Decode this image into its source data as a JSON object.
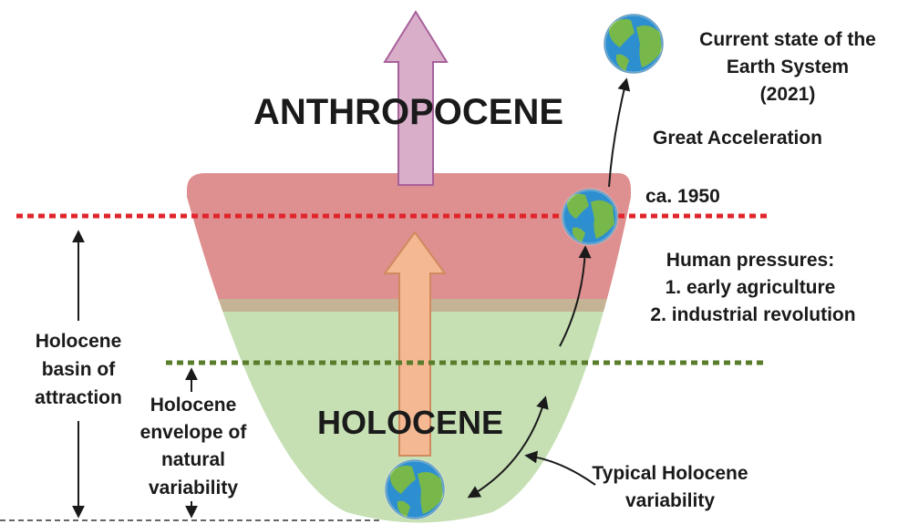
{
  "titles": {
    "anthropocene": "ANTHROPOCENE",
    "holocene": "HOLOCENE"
  },
  "labels": {
    "current_state": [
      "Current state of the",
      "Earth System",
      "(2021)"
    ],
    "great_acceleration": "Great Acceleration",
    "ca_1950": "ca. 1950",
    "human_pressures": [
      "Human pressures:",
      "1. early agriculture",
      "2. industrial revolution"
    ],
    "basin_of_attraction": [
      "Holocene",
      "basin of",
      "attraction"
    ],
    "envelope": [
      "Holocene",
      "envelope of",
      "natural",
      "variability"
    ],
    "typical_variability": [
      "Typical Holocene",
      "variability"
    ]
  },
  "colors": {
    "anthropocene_zone": "#de8f8f",
    "transition_band": "#c4b394",
    "holocene_zone": "#c6e0b4",
    "anthropocene_arrow": "#d9aec9",
    "anthropocene_arrow_stroke": "#a7609b",
    "holocene_arrow": "#f4b993",
    "holocene_arrow_stroke": "#d08a5e",
    "red_threshold": "#e0242c",
    "green_threshold": "#5a7d2c",
    "ocean": "#2e8fd0",
    "land": "#78b84a"
  },
  "icons": [
    "earth-globe-icon"
  ]
}
